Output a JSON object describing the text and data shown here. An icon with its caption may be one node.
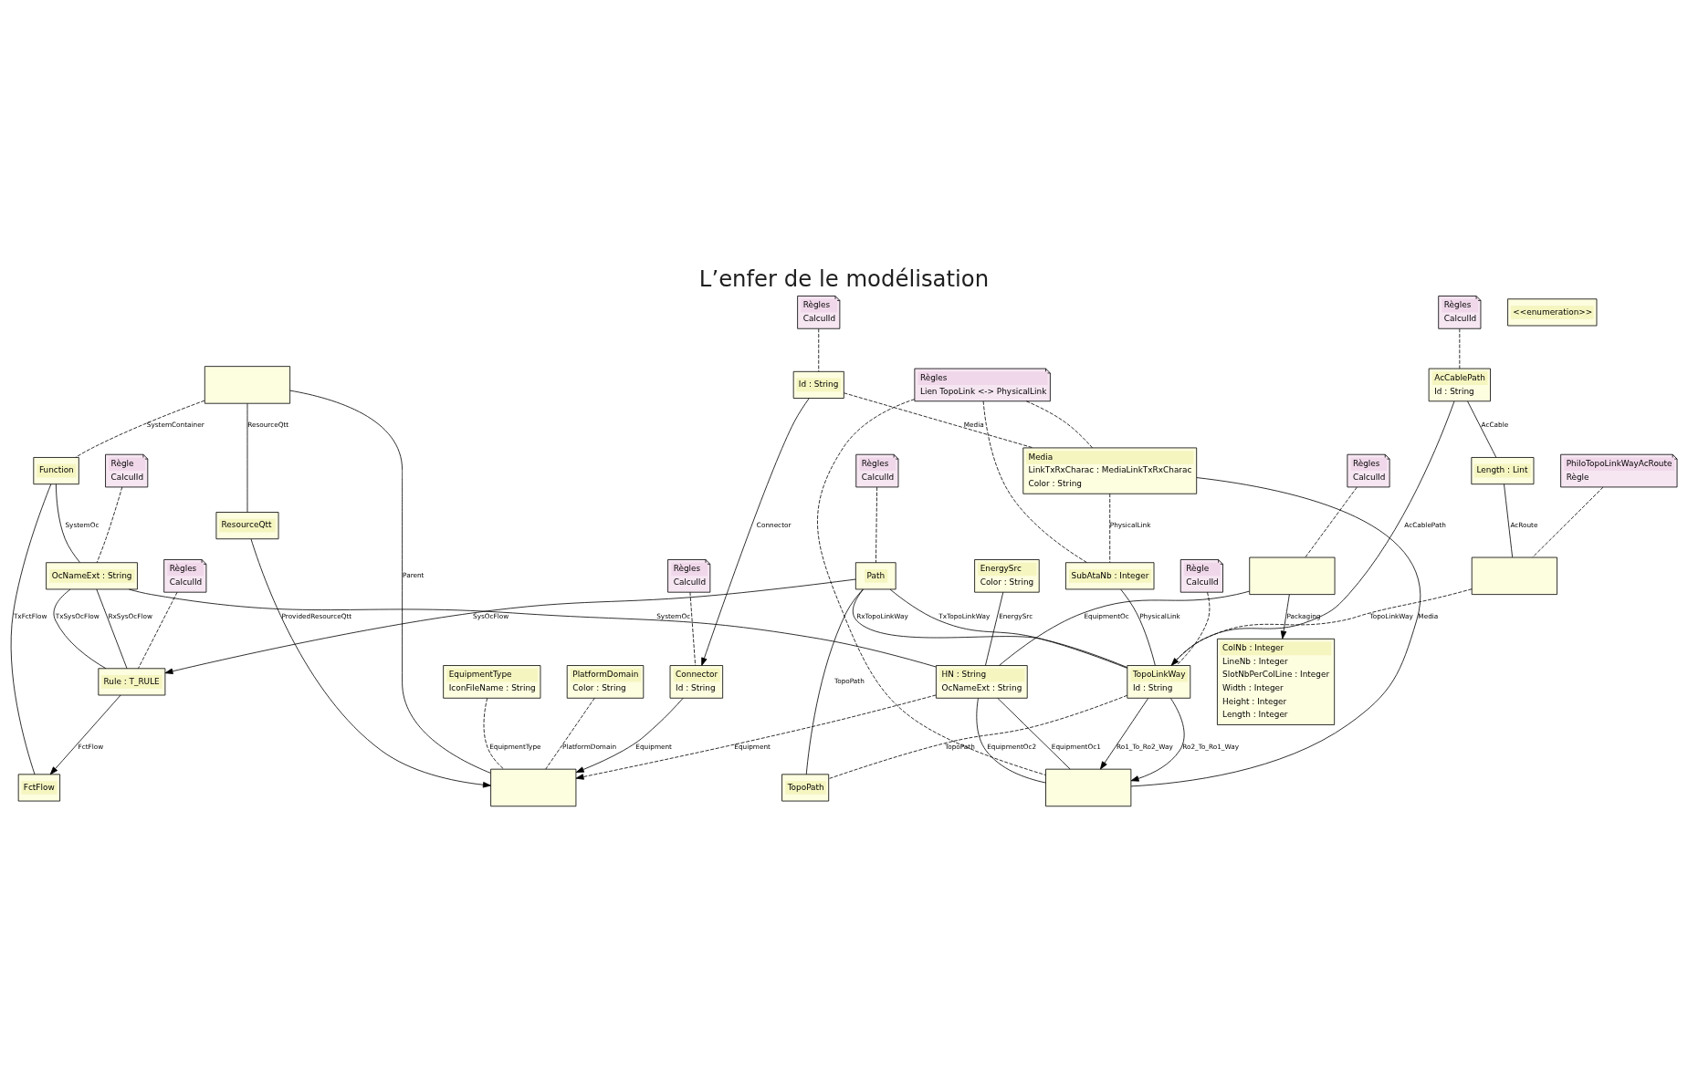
{
  "diagram": {
    "title": "L’enfer de le modélisation",
    "nodes": [
      {
        "text": [
          "Function"
        ]
      },
      {
        "text": [
          "FctFlow"
        ]
      },
      {
        "text": [
          "OcNameExt : String"
        ]
      },
      {
        "text": [
          "Rule : T_RULE"
        ]
      },
      {
        "text": [
          "ResourceQtt"
        ]
      },
      {
        "text": [
          "EnergySrc",
          "Color : String"
        ]
      },
      {
        "text": [],
        "shape": "box"
      },
      {
        "text": [
          "ColNb : Integer",
          "LineNb : Integer",
          "SlotNbPerColLine : Integer",
          "Width : Integer",
          "Height : Integer",
          "Length : Integer"
        ]
      },
      {
        "text": [
          "Path"
        ]
      },
      {
        "text": [
          "EquipmentType",
          "IconFileName : String"
        ]
      },
      {
        "text": [],
        "shape": "box"
      },
      {
        "text": [
          "HN : String",
          "OcNameExt : String"
        ]
      },
      {
        "text": [
          "PlatformDomain",
          "Color : String"
        ]
      },
      {
        "text": [
          "Connector",
          "Id : String"
        ]
      },
      {
        "text": [],
        "shape": "box"
      },
      {
        "text": [
          "TopoLinkWay",
          "Id : String"
        ]
      },
      {
        "text": [
          "TopoPath"
        ]
      },
      {
        "text": [
          "Id : String"
        ]
      },
      {
        "text": [
          "Media",
          "LinkTxRxCharac : MediaLinkTxRxCharac",
          "Color : String"
        ]
      },
      {
        "text": [
          "SubAtaNb : Integer"
        ]
      },
      {
        "text": [
          "AcCablePath",
          "Id : String"
        ]
      },
      {
        "text": [
          "Length : Lint"
        ]
      },
      {
        "text": [],
        "shape": "box"
      },
      {
        "text": [
          "<<enumeration>>"
        ]
      },
      {
        "text": [
          "Règle",
          "CalculId"
        ]
      },
      {
        "text": [
          "Règles",
          "CalculId"
        ]
      },
      {
        "text": [
          "Règles",
          "CalculId"
        ]
      },
      {
        "text": [
          "Règles",
          "CalculId"
        ]
      },
      {
        "text": [
          "Règles",
          "CalculId"
        ]
      },
      {
        "text": [
          "Règles",
          "CalculId"
        ]
      },
      {
        "text": [
          "Règles",
          "Lien TopoLink <-> PhysicalLink"
        ]
      },
      {
        "text": [
          "Règle",
          "CalculId"
        ]
      },
      {
        "text": [
          "Règles",
          "CalculId"
        ]
      },
      {
        "text": [
          "PhiloTopoLinkWayAcRoute",
          "Règle"
        ]
      },
      {
        "text": [],
        "shape": "box"
      }
    ],
    "edges": [
      {
        "from": 34,
        "to": 10,
        "arrow": "none",
        "label": "Parent"
      },
      {
        "from": 34,
        "to": 0,
        "arrow": "none",
        "label": "SystemContainer",
        "style": "dashed"
      },
      {
        "from": 0,
        "to": 1,
        "arrow": "none",
        "label": "TxFctFlow"
      },
      {
        "from": 3,
        "to": 1,
        "arrow": "to",
        "label": "FctFlow"
      },
      {
        "from": 0,
        "to": 2,
        "arrow": "none",
        "label": "SystemOc"
      },
      {
        "from": 2,
        "to": 3,
        "arrow": "none",
        "label": "RxSysOcFlow"
      },
      {
        "from": 2,
        "to": 3,
        "arrow": "none",
        "label": "TxSysOcFlow"
      },
      {
        "from": 34,
        "to": 4,
        "arrow": "none",
        "label": "ResourceQtt"
      },
      {
        "from": 4,
        "to": 10,
        "arrow": "to",
        "label": "ProvidedResourceQtt"
      },
      {
        "from": 5,
        "to": 11,
        "arrow": "none",
        "label": "EnergySrc"
      },
      {
        "from": 2,
        "to": 11,
        "arrow": "none",
        "label": "SystemOc"
      },
      {
        "from": 6,
        "to": 11,
        "arrow": "none",
        "label": "EquipmentOc"
      },
      {
        "from": 6,
        "to": 7,
        "arrow": "to",
        "label": "Packaging"
      },
      {
        "from": 8,
        "to": 3,
        "arrow": "to",
        "label": "SysOcFlow"
      },
      {
        "from": 8,
        "to": 15,
        "arrow": "none",
        "label": "RxTopoLinkWay"
      },
      {
        "from": 8,
        "to": 15,
        "arrow": "none",
        "label": "TxTopoLinkWay"
      },
      {
        "from": 8,
        "to": 16,
        "arrow": "none",
        "label": "TopoPath"
      },
      {
        "from": 9,
        "to": 10,
        "arrow": "none",
        "label": "EquipmentType",
        "style": "dashed"
      },
      {
        "from": 11,
        "to": 10,
        "arrow": "to",
        "label": "Equipment",
        "style": "dashed"
      },
      {
        "from": 12,
        "to": 10,
        "arrow": "none",
        "label": "PlatformDomain",
        "style": "dashed"
      },
      {
        "from": 13,
        "to": 10,
        "arrow": "to",
        "label": "Equipment"
      },
      {
        "from": 11,
        "to": 14,
        "arrow": "none",
        "label": "EquipmentOc1"
      },
      {
        "from": 11,
        "to": 14,
        "arrow": "none",
        "label": "EquipmentOc2"
      },
      {
        "from": 15,
        "to": 14,
        "arrow": "to",
        "label": "Ro1_To_Ro2_Way"
      },
      {
        "from": 15,
        "to": 14,
        "arrow": "to",
        "label": "Ro2_To_Ro1_Way"
      },
      {
        "from": 15,
        "to": 16,
        "arrow": "none",
        "label": "TopoPath",
        "style": "dashed"
      },
      {
        "from": 17,
        "to": 13,
        "arrow": "to",
        "label": "Connector"
      },
      {
        "from": 17,
        "to": 18,
        "arrow": "none",
        "label": "Media",
        "style": "dashed"
      },
      {
        "from": 18,
        "to": 14,
        "arrow": "none",
        "label": "Media"
      },
      {
        "from": 18,
        "to": 19,
        "arrow": "none",
        "label": "PhysicalLink",
        "style": "dashed"
      },
      {
        "from": 19,
        "to": 15,
        "arrow": "none",
        "label": "PhysicalLink"
      },
      {
        "from": 20,
        "to": 15,
        "arrow": "to",
        "label": "AcCablePath"
      },
      {
        "from": 20,
        "to": 21,
        "arrow": "none",
        "label": "AcCable"
      },
      {
        "from": 21,
        "to": 22,
        "arrow": "none",
        "label": "AcRoute"
      },
      {
        "from": 22,
        "to": 15,
        "arrow": "none",
        "label": "TopoLinkWay",
        "style": "dashed"
      },
      {
        "from": 24,
        "to": 2,
        "arrow": "none",
        "style": "dashed"
      },
      {
        "from": 25,
        "to": 3,
        "arrow": "none",
        "style": "dashed"
      },
      {
        "from": 26,
        "to": 6,
        "arrow": "none",
        "style": "dashed"
      },
      {
        "from": 27,
        "to": 8,
        "arrow": "none",
        "style": "dashed"
      },
      {
        "from": 28,
        "to": 13,
        "arrow": "none",
        "style": "dashed"
      },
      {
        "from": 29,
        "to": 17,
        "arrow": "none",
        "style": "dashed"
      },
      {
        "from": 30,
        "to": 18,
        "arrow": "none",
        "style": "dashed"
      },
      {
        "from": 30,
        "to": 14,
        "arrow": "none",
        "style": "dashed"
      },
      {
        "from": 30,
        "to": 19,
        "arrow": "none",
        "style": "dashed"
      },
      {
        "from": 31,
        "to": 15,
        "arrow": "none",
        "style": "dashed"
      },
      {
        "from": 32,
        "to": 20,
        "arrow": "none",
        "style": "dashed"
      },
      {
        "from": 33,
        "to": 22,
        "arrow": "none",
        "style": "dashed"
      }
    ]
  }
}
